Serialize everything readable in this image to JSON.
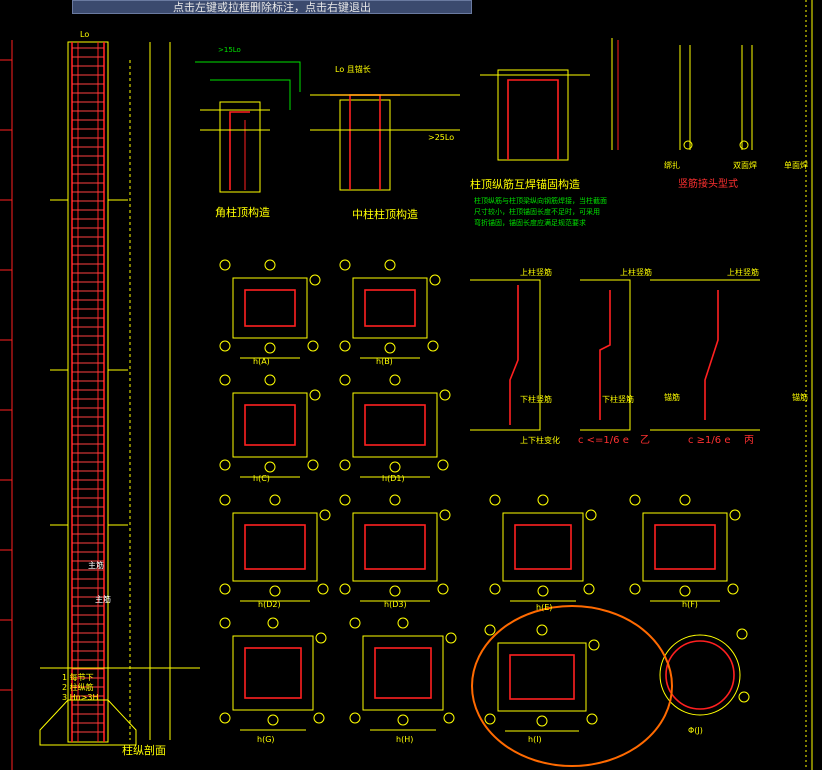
{
  "tooltip": {
    "text": "点击左键或拉框删除标注，点击右键退出"
  },
  "titles": {
    "corner": "角柱顶构造",
    "middle": "中柱柱顶构造",
    "top_weld": "柱顶纵筋互焊锚固构造",
    "joint": "竖筋接头型式",
    "column_section": "柱纵剖面"
  },
  "labels": {
    "lo": "Lo",
    "lo_top": "Lo 且锚长",
    "gt15lo": ">15Lo",
    "ge25lo": ">25Lo",
    "weld_single": "绑扎",
    "weld_double": "双面焊",
    "weld_single2": "单面焊",
    "main_bar": "主筋",
    "upper_bar": "上柱竖筋",
    "lower_bar": "下柱竖筋",
    "anchor_bar": "锚筋",
    "change": "上下柱变化",
    "c_small": "c <=1/6 e",
    "b_mark": "乙",
    "c_big": "c ≥1/6 e",
    "c_mark": "丙",
    "section_labels": [
      "h(A)",
      "h(B)",
      "h(C)",
      "h(D1)",
      "h(D2)",
      "h(D3)",
      "h(E)",
      "h(F)",
      "h(G)",
      "h(H)",
      "h(I)",
      "Φ(J)"
    ],
    "note_lines": [
      "柱顶纵筋与柱顶梁纵向钢筋焊接，当柱截面",
      "尺寸较小，柱顶锚固长度不足时，可采用",
      "弯折锚固，锚固长度应满足规范要求"
    ],
    "left_note": [
      "1 每节下",
      "2 柱纵筋",
      "3 Hn>3H"
    ]
  }
}
